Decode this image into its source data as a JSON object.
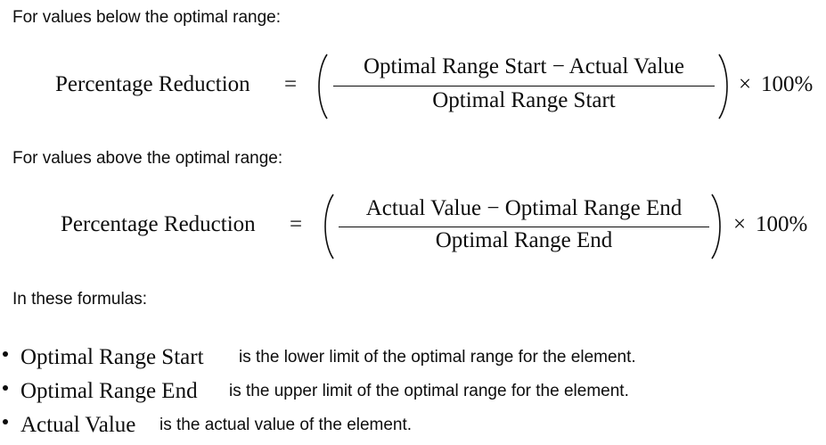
{
  "intro_below": "For values below the optimal range:",
  "formula_below": {
    "lhs": "Percentage Reduction",
    "equals": "=",
    "numerator": "Optimal Range Start − Actual Value",
    "denominator": "Optimal Range Start",
    "times": "×",
    "multiplier": "100%"
  },
  "intro_above": "For values above the optimal range:",
  "formula_above": {
    "lhs": "Percentage Reduction",
    "equals": "=",
    "numerator": "Actual Value − Optimal Range End",
    "denominator": "Optimal Range End",
    "times": "×",
    "multiplier": "100%"
  },
  "formulas_heading": "In these formulas:",
  "definitions": [
    {
      "term": "Optimal Range Start",
      "description": "is the lower limit of the optimal range for the element."
    },
    {
      "term": "Optimal Range End",
      "description": "is the upper limit of the optimal range for the element."
    },
    {
      "term": "Actual Value",
      "description": "is the actual value of the element."
    }
  ]
}
